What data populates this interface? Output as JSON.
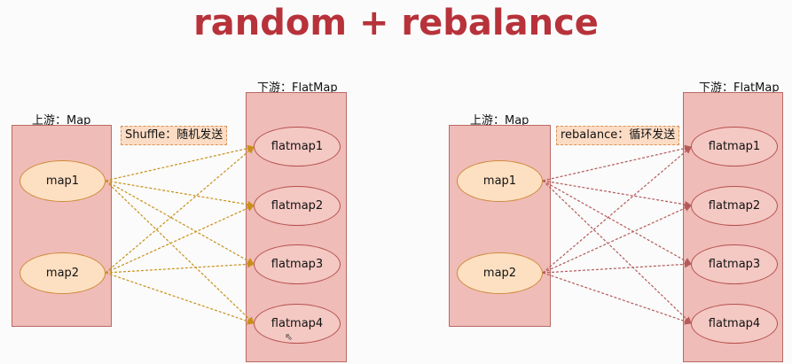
{
  "title": "random + rebalance",
  "colors": {
    "title": "#b7323a",
    "box_fill": "#efbcb8",
    "left_arrow": "#c8901a",
    "right_arrow": "#b55a5a"
  },
  "panels": [
    {
      "upstream_label": "上游：Map",
      "downstream_label": "下游：FlatMap",
      "strategy_label": "Shuffle：随机发送",
      "upstream_nodes": [
        "map1",
        "map2"
      ],
      "downstream_nodes": [
        "flatmap1",
        "flatmap2",
        "flatmap3",
        "flatmap4"
      ]
    },
    {
      "upstream_label": "上游：Map",
      "downstream_label": "下游：FlatMap",
      "strategy_label": "rebalance：循环发送",
      "upstream_nodes": [
        "map1",
        "map2"
      ],
      "downstream_nodes": [
        "flatmap1",
        "flatmap2",
        "flatmap3",
        "flatmap4"
      ]
    }
  ]
}
